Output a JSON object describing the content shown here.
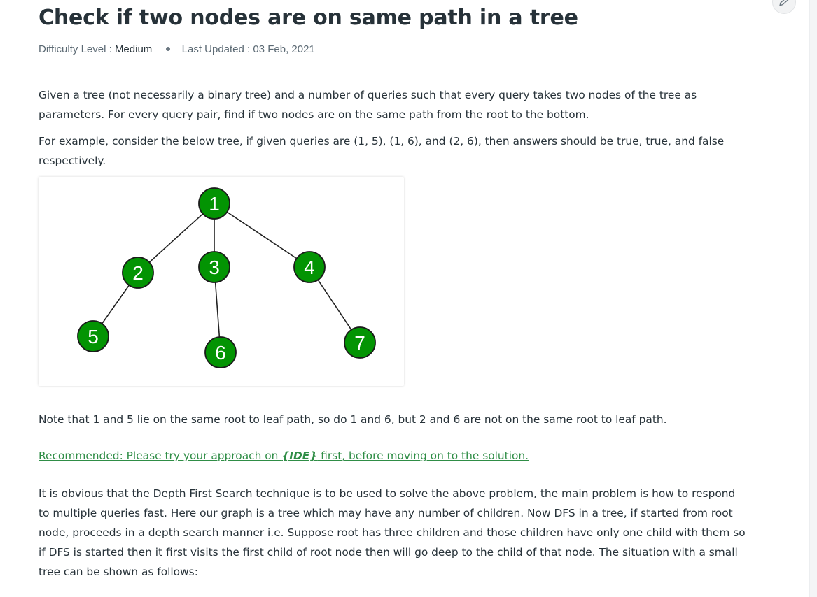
{
  "article": {
    "title": "Check if two nodes are on same path in a tree",
    "meta": {
      "difficulty_label": "Difficulty Level : ",
      "difficulty_value": "Medium",
      "updated_label": "Last Updated : ",
      "updated_value": "03 Feb, 2021"
    },
    "paragraphs": {
      "intro": "Given a tree (not necessarily a binary tree) and a number of queries such that every query takes two nodes of the tree as parameters. For every query pair, find if two nodes are on the same path from the root to the bottom.",
      "example": "For example, consider the below tree, if given queries are (1, 5), (1, 6), and (2, 6), then answers should be true, true, and false respectively.",
      "note": "Note that 1 and 5 lie on the same root to leaf path, so do 1 and 6, but 2 and 6 are not on the same root to leaf path.",
      "explanation": "It is obvious that the Depth First Search technique is to be used to solve the above problem, the main problem is how to respond to multiple queries fast. Here our graph is a tree which may have any number of children. Now DFS in a tree, if started from root node, proceeds in a depth search manner i.e. Suppose root has three children and those children have only one child with them so if DFS is started then it first visits the first child of root node then will go deep to the child of that node. The situation with a small tree can be shown as follows:"
    },
    "recommended": {
      "before": "Recommended: Please try your approach on ",
      "ide": "{IDE}",
      "after": " first, before moving on to the solution."
    },
    "tree_figure": {
      "node_fill": "#039403",
      "node_stroke": "#1b1b1b",
      "edge_color": "#222222",
      "nodes": [
        {
          "label": "1"
        },
        {
          "label": "2"
        },
        {
          "label": "3"
        },
        {
          "label": "4"
        },
        {
          "label": "5"
        },
        {
          "label": "6"
        },
        {
          "label": "7"
        }
      ],
      "edges": [
        [
          "1",
          "2"
        ],
        [
          "1",
          "3"
        ],
        [
          "1",
          "4"
        ],
        [
          "2",
          "5"
        ],
        [
          "3",
          "6"
        ],
        [
          "4",
          "7"
        ]
      ]
    }
  },
  "toolbar": {
    "edit_icon": "pencil-icon"
  },
  "colors": {
    "text": "#273239",
    "meta_text": "#5c6a74",
    "link_green": "#2f8d46"
  }
}
